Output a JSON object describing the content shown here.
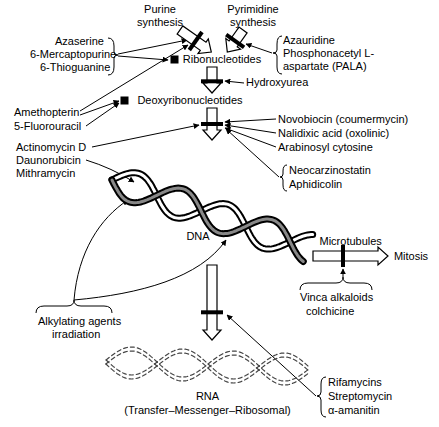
{
  "diagram": {
    "nodes": [
      {
        "text": [
          "Purine synthesis"
        ]
      },
      {
        "text": [
          "Pyrimidine synthesis"
        ]
      },
      {
        "text": [
          "Ribonucleotides"
        ]
      },
      {
        "text": [
          "Deoxyribonucleotides"
        ]
      },
      {
        "text": [
          "DNA"
        ]
      },
      {
        "text": [
          "Mitosis"
        ]
      },
      {
        "text": [
          "RNA",
          "(Transfer–Messenger–Ribosomal)"
        ]
      }
    ],
    "edges": [
      {
        "from": 0,
        "to": 2,
        "arrow": "to"
      },
      {
        "from": 1,
        "to": 2,
        "arrow": "to"
      },
      {
        "from": 2,
        "to": 3,
        "arrow": "to"
      },
      {
        "from": 3,
        "to": 4,
        "arrow": "to"
      },
      {
        "from": 4,
        "to": 5,
        "arrow": "to",
        "label": "Microtubules"
      },
      {
        "from": 4,
        "to": 6,
        "arrow": "to"
      }
    ],
    "labels": [
      "Azaserine",
      "6-Mercaptopurine",
      "6-Thioguanine",
      "Azauridine",
      "Phosphonacetyl L-aspartate (PALA)",
      "Hydroxyurea",
      "Amethopterin",
      "5-Fluorouracil",
      "Novobiocin (coumermycin)",
      "Nalidixic acid (oxolinic)",
      "Arabinosyl cytosine",
      "Actinomycin D",
      "Daunorubicin",
      "Mithramycin",
      "Neocarzinostatin",
      "Aphidicolin",
      "Vinca alkaloids",
      "colchicine",
      "Alkylating agents",
      "irradiation",
      "Rifamycins",
      "Streptomycin",
      "α-amanitin"
    ]
  }
}
